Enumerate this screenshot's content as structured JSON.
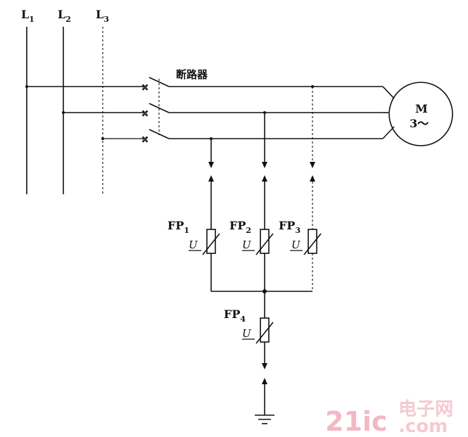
{
  "lines": [
    {
      "base": "L",
      "sub": "1"
    },
    {
      "base": "L",
      "sub": "2"
    },
    {
      "base": "L",
      "sub": "3"
    }
  ],
  "breaker_label": "断路器",
  "motor": {
    "line1": "M",
    "line2": "3～"
  },
  "arresters": [
    {
      "base": "FP",
      "sub": "1",
      "symbol": "U"
    },
    {
      "base": "FP",
      "sub": "2",
      "symbol": "U"
    },
    {
      "base": "FP",
      "sub": "3",
      "symbol": "U"
    },
    {
      "base": "FP",
      "sub": "4",
      "symbol": "U"
    }
  ],
  "watermark": {
    "logo": "21ic",
    "text1": "电子网",
    "text2": ".com"
  }
}
